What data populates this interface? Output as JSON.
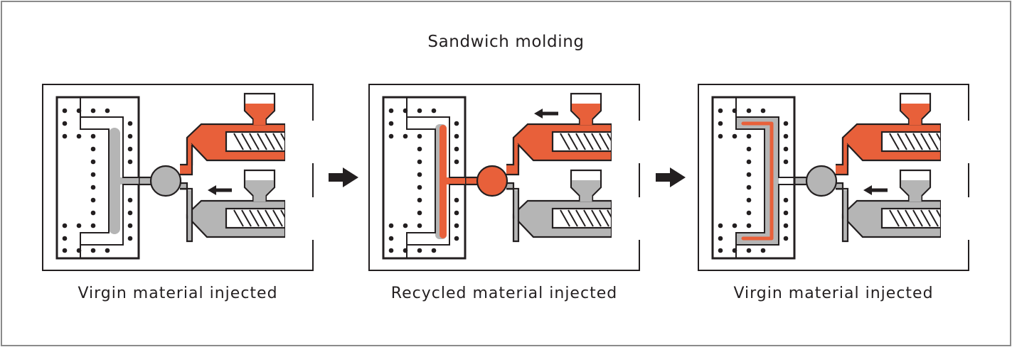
{
  "title": "Sandwich molding",
  "colors": {
    "virgin": "#e8603a",
    "recycled": "#b5b5b5",
    "outline": "#231f20",
    "frame": "#8a8a8a"
  },
  "panels": [
    {
      "caption": "Virgin material injected",
      "valve_fill": "recycled",
      "active_unit": "lower",
      "cavity_skin": "recycled",
      "cavity_core": "none",
      "cavity_fill_extent": "partial-spine"
    },
    {
      "caption": "Recycled material injected",
      "valve_fill": "virgin",
      "active_unit": "upper",
      "cavity_skin": "recycled",
      "cavity_core": "virgin",
      "cavity_fill_extent": "spine"
    },
    {
      "caption": "Virgin material injected",
      "valve_fill": "recycled",
      "active_unit": "lower",
      "cavity_skin": "recycled",
      "cavity_core": "virgin",
      "cavity_fill_extent": "full"
    }
  ],
  "step_arrows": [
    "arrow-right-icon",
    "arrow-right-icon"
  ]
}
